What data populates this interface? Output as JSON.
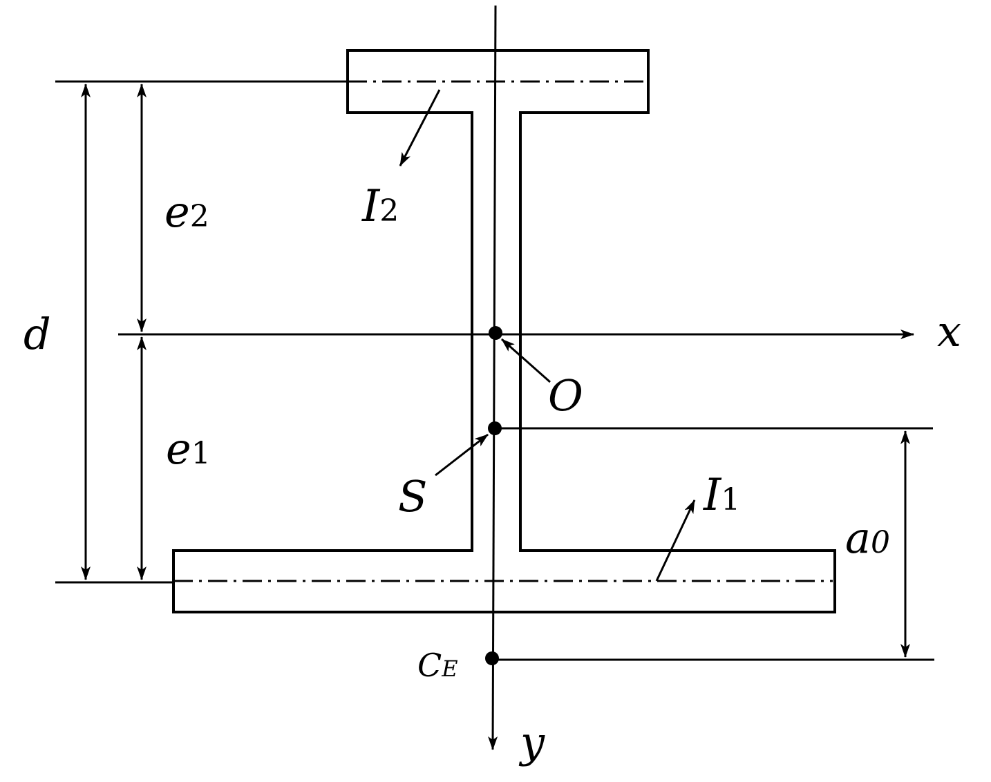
{
  "labels": {
    "d": "d",
    "e2_main": "e",
    "e2_sub": "2",
    "e1_main": "e",
    "e1_sub": "1",
    "I2_main": "I",
    "I2_sub": "2",
    "I1_main": "I",
    "I1_sub": "1",
    "x_axis": "x",
    "y_axis": "y",
    "O": "O",
    "S": "S",
    "a0_main": "a",
    "a0_sub": "0",
    "CE_main": "C",
    "CE_sub": "E"
  }
}
